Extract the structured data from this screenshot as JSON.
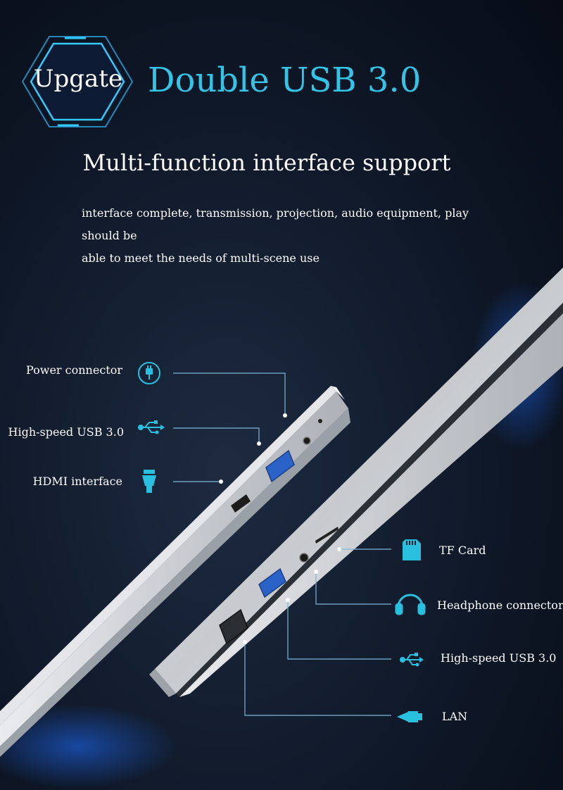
{
  "badge": {
    "text": "Upgate"
  },
  "headline": "Double USB 3.0",
  "subtitle": "Multi-function interface support",
  "description": {
    "line1": "interface complete, transmission, projection, audio equipment, play should be",
    "line2": "able to meet the needs of multi-scene use"
  },
  "ports_left": [
    {
      "label": "Power connector",
      "icon": "power-plug-icon"
    },
    {
      "label": "High-speed USB 3.0",
      "icon": "usb-icon"
    },
    {
      "label": "HDMI interface",
      "icon": "hdmi-icon"
    }
  ],
  "ports_right": [
    {
      "label": "TF Card",
      "icon": "sd-card-icon"
    },
    {
      "label": "Headphone connector",
      "icon": "headphones-icon"
    },
    {
      "label": "High-speed USB 3.0",
      "icon": "usb-icon"
    },
    {
      "label": "LAN",
      "icon": "lan-cable-icon"
    }
  ],
  "colors": {
    "accent": "#33c4e8",
    "icon": "#29c0e0",
    "background": "#0f1828",
    "laptop_silver": "#c9ccd1",
    "usb_port_blue": "#2a62c7"
  }
}
